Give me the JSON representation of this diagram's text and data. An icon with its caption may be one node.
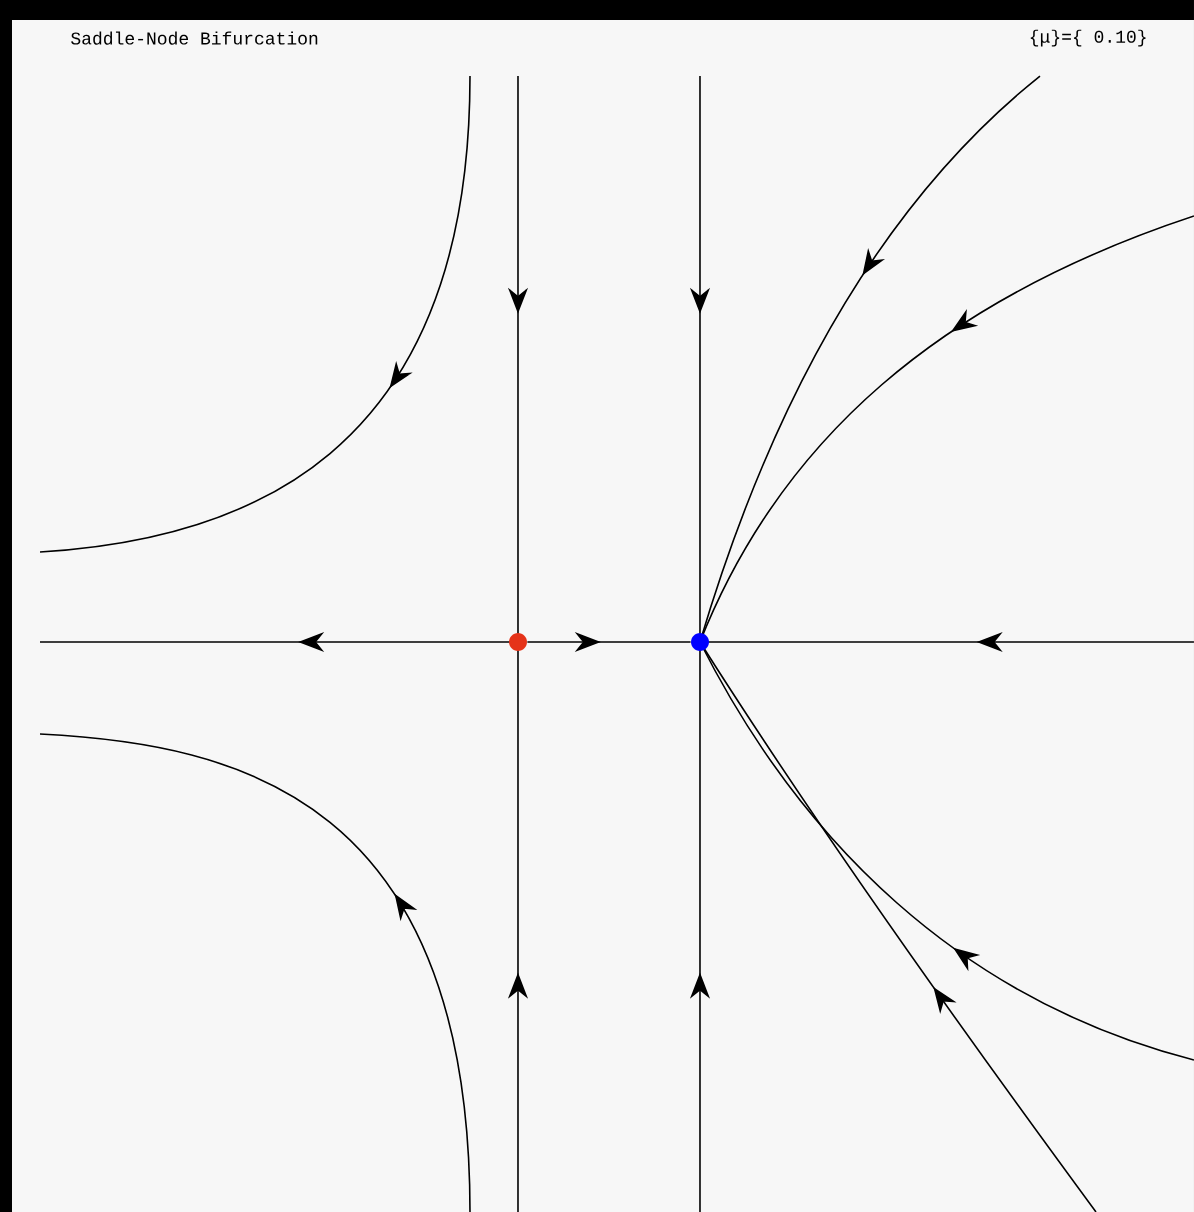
{
  "diagram": {
    "title": "Saddle-Node Bifurcation",
    "nodes": [
      {
        "text": [],
        "shape": "circle"
      },
      {
        "text": [],
        "shape": "circle"
      }
    ],
    "edges": [
      {
        "from": 0,
        "to": 1,
        "arrow": "to"
      }
    ],
    "labels": [
      "{μ}={ 0.10}"
    ]
  }
}
